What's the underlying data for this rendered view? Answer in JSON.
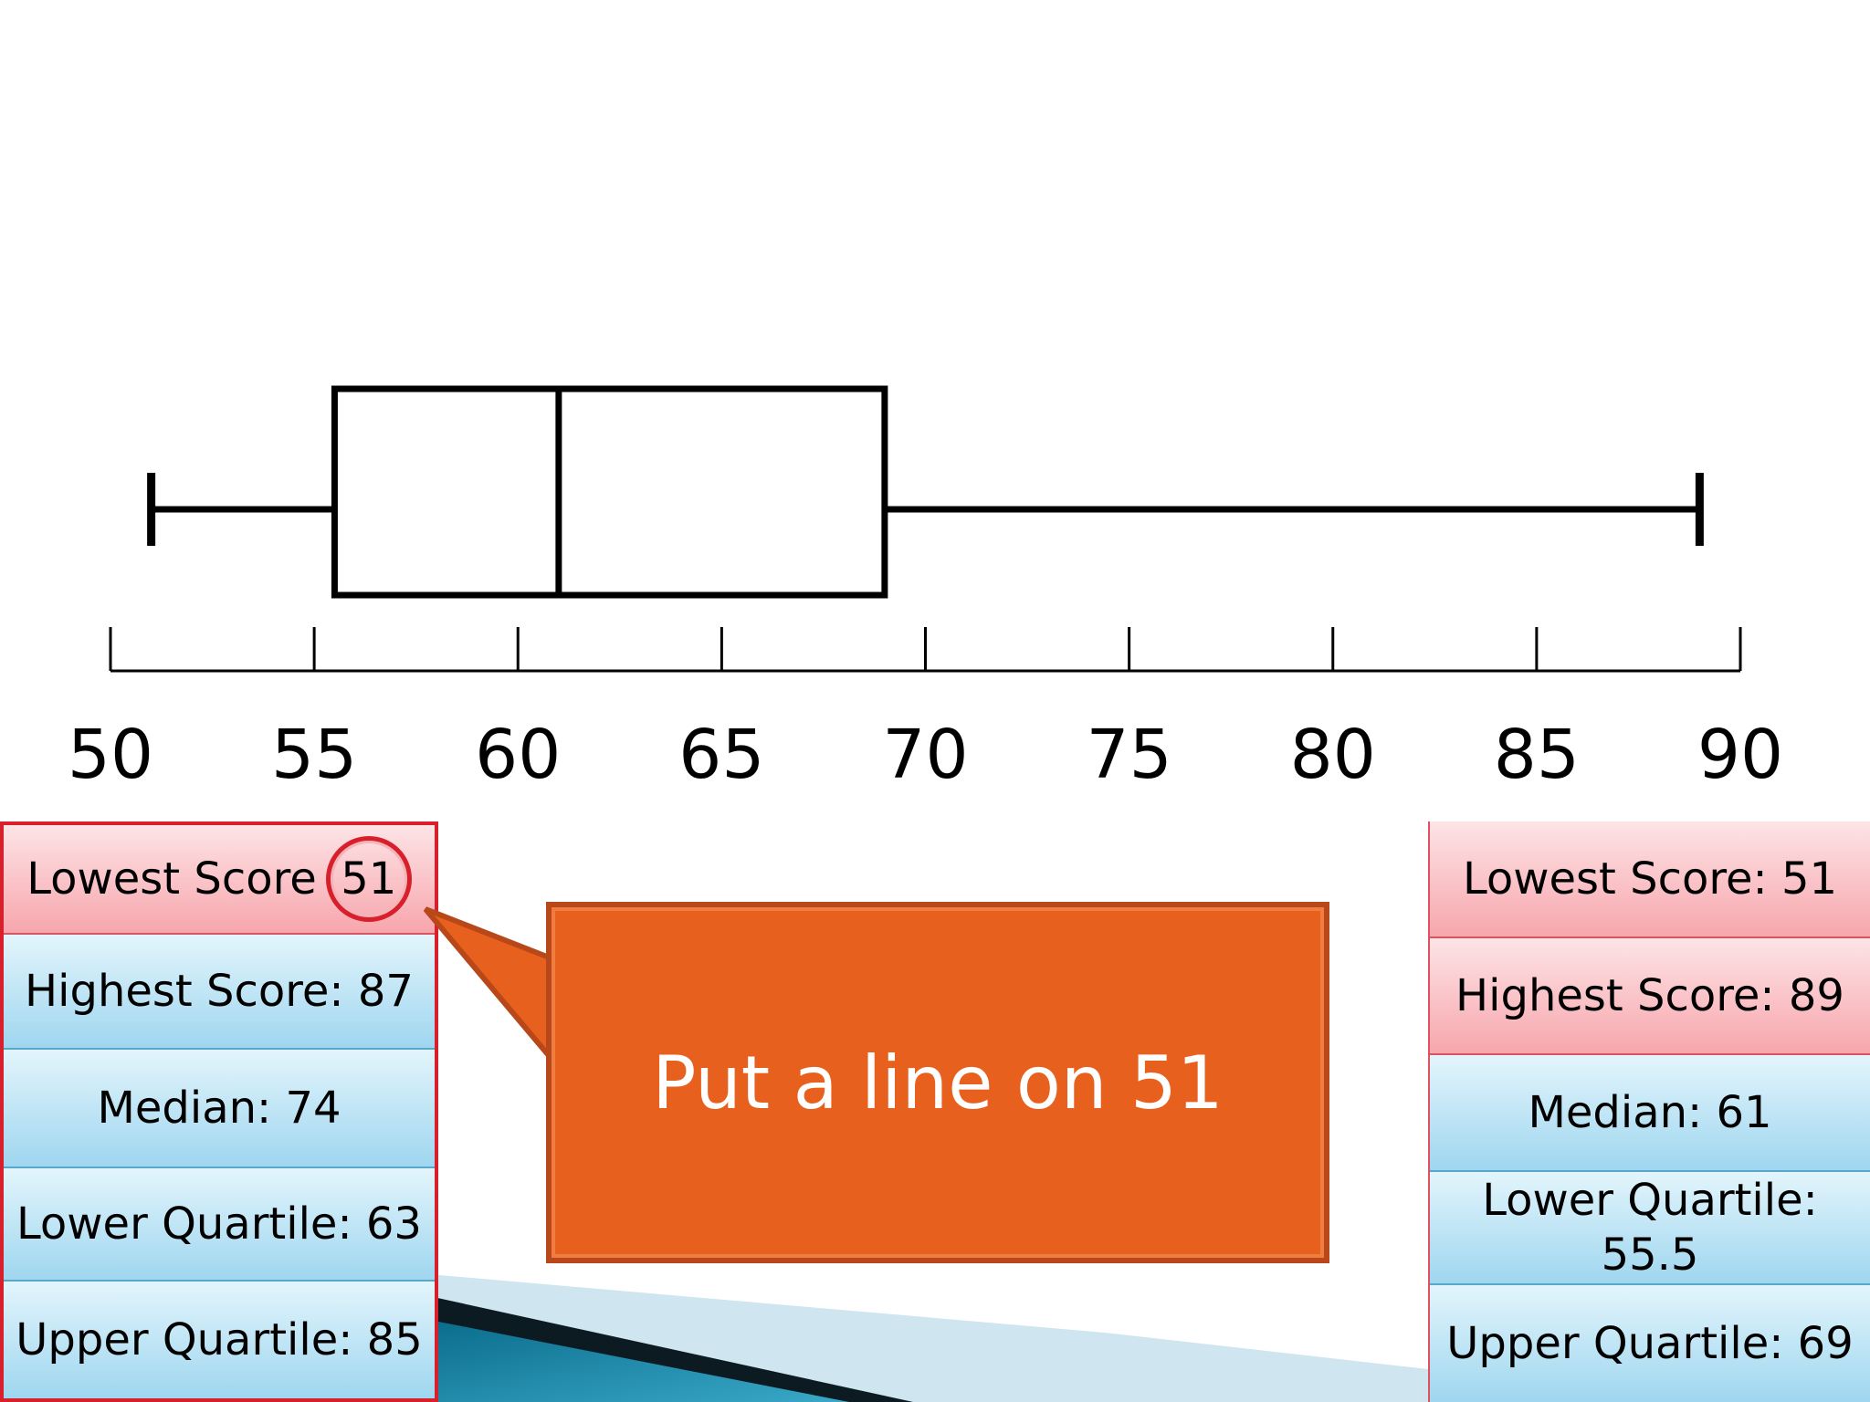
{
  "chart_data": {
    "type": "box",
    "x_range": [
      50,
      90
    ],
    "ticks": [
      "50",
      "55",
      "60",
      "65",
      "70",
      "75",
      "80",
      "85",
      "90"
    ],
    "tick_values": [
      50,
      55,
      60,
      65,
      70,
      75,
      80,
      85,
      90
    ],
    "box": {
      "min": 51,
      "q1": 55.5,
      "median": 61,
      "q3": 69,
      "max": 89
    }
  },
  "left_panel": {
    "lowest_label": "Lowest Score",
    "lowest_value": "51",
    "highest": "Highest Score: 87",
    "median": "Median: 74",
    "lower_quartile": "Lower Quartile: 63",
    "upper_quartile": "Upper Quartile: 85"
  },
  "callout": {
    "text": "Put a line on 51"
  },
  "right_panel": {
    "lowest": "Lowest Score: 51",
    "highest": "Highest Score: 89",
    "median": "Median: 61",
    "lower_quartile": "Lower Quartile: 55.5",
    "upper_quartile": "Upper Quartile: 69"
  },
  "colors": {
    "callout_fill": "#e8601e",
    "red_cell": "#f7a6ad",
    "blue_cell": "#9fd6ef",
    "highlight": "#d8202c"
  }
}
